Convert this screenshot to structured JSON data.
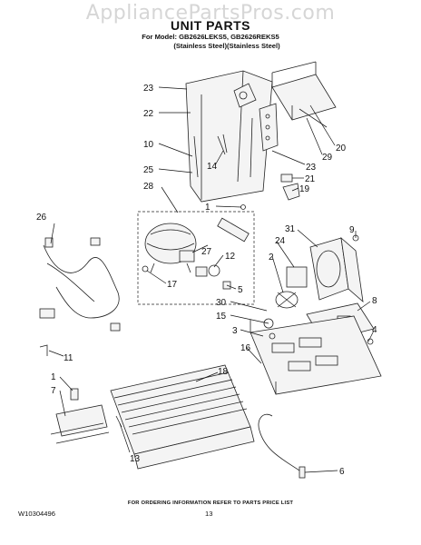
{
  "watermark": "AppliancePartsPros.com",
  "header": {
    "title": "UNIT PARTS",
    "model_line": "For Model: GB2626LEKS5, GB2626REKS5",
    "finish_line": "(Stainless Steel)(Stainless Steel)"
  },
  "callouts": {
    "c23a": "23",
    "c22": "22",
    "c10": "10",
    "c25": "25",
    "c28": "28",
    "c14": "14",
    "c20": "20",
    "c29": "29",
    "c23b": "23",
    "c21": "21",
    "c19": "19",
    "c1a": "1",
    "c26": "26",
    "c27": "27",
    "c12": "12",
    "c17": "17",
    "c5": "5",
    "c9": "9",
    "c31": "31",
    "c24": "24",
    "c2": "2",
    "c8": "8",
    "c30": "30",
    "c15": "15",
    "c3": "3",
    "c4": "4",
    "c16": "16",
    "c11": "11",
    "c18": "18",
    "c1b": "1",
    "c7": "7",
    "c13": "13",
    "c6": "6"
  },
  "footer": {
    "ordering_note": "FOR ORDERING INFORMATION REFER TO PARTS PRICE LIST",
    "doc_number": "W10304496",
    "page_number": "13"
  }
}
